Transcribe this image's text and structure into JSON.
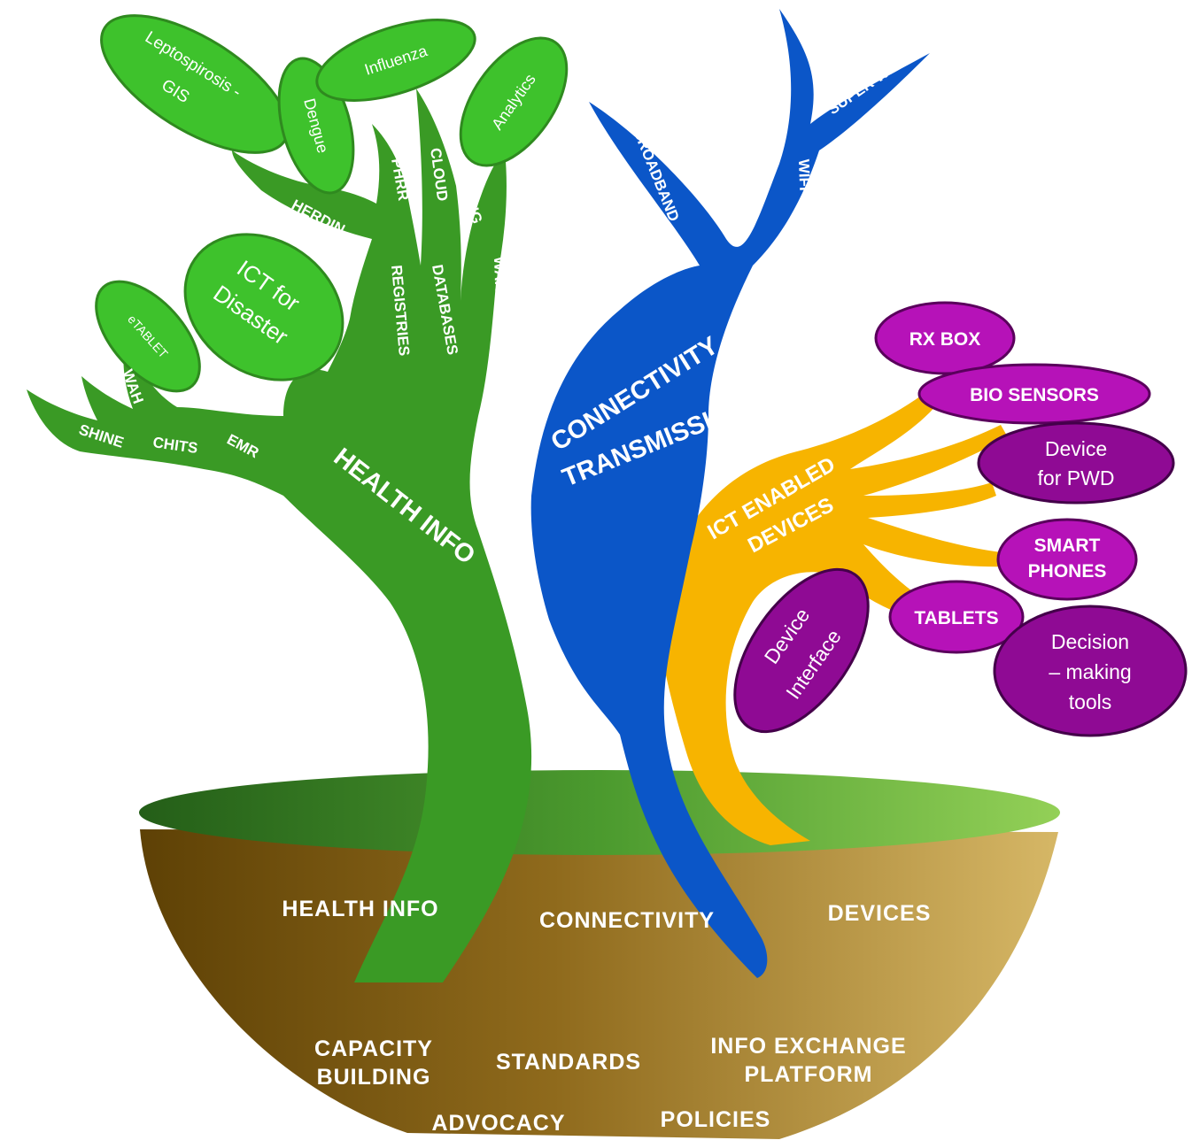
{
  "colors": {
    "health": "#3a9a25",
    "connectivity": "#0b56c8",
    "devices": "#f7b400",
    "pill": "#99009c",
    "leaf": "#3ec22c",
    "soil_dark": "#6b4a08",
    "soil_light": "#cfae5c",
    "grass_dark": "#2f6b1e",
    "grass_light": "#8ccb4f"
  },
  "foundation": {
    "health_info": "HEALTH INFO",
    "connectivity": "CONNECTIVITY",
    "devices": "DEVICES",
    "capacity_1": "CAPACITY",
    "capacity_2": "BUILDING",
    "standards": "STANDARDS",
    "info_exchange_1": "INFO EXCHANGE",
    "info_exchange_2": "PLATFORM",
    "advocacy": "ADVOCACY",
    "policies": "POLICIES"
  },
  "health_branch": {
    "trunk": "HEALTH INFO",
    "shine": "SHINE",
    "chits": "CHITS",
    "emr": "EMR",
    "wah": "WAH",
    "herdin": "HERDIN",
    "phrr": "PHRR",
    "registries": "REGISTRIES",
    "databases": "DATABASES",
    "cloud": "CLOUD",
    "computing": "COMPUTING",
    "warehousing": "WAREHOUSING"
  },
  "health_leaves": {
    "leptospirosis_1": "Leptospirosis -",
    "leptospirosis_2": "GIS",
    "dengue": "Dengue",
    "influenza": "Influenza",
    "analytics": "Analytics",
    "ict_disaster_1": "ICT for",
    "ict_disaster_2": "Disaster",
    "etablet": "eTABLET"
  },
  "connectivity_branch": {
    "trunk_1": "CONNECTIVITY",
    "trunk_2": "TRANSMISSION",
    "broadband": "BROADBAND",
    "wifi": "WIFI",
    "super_wifi": "SUPER WIFI"
  },
  "devices_branch": {
    "trunk_1": "ICT ENABLED",
    "trunk_2": "DEVICES",
    "rx_box": "RX BOX",
    "bio_sensors": "BIO SENSORS",
    "pwd_1": "Device",
    "pwd_2": "for PWD",
    "smart_1": "SMART",
    "smart_2": "PHONES",
    "tablets": "TABLETS",
    "decision_1": "Decision",
    "decision_2": "– making",
    "decision_3": "tools",
    "interface_1": "Device",
    "interface_2": "Interface"
  }
}
